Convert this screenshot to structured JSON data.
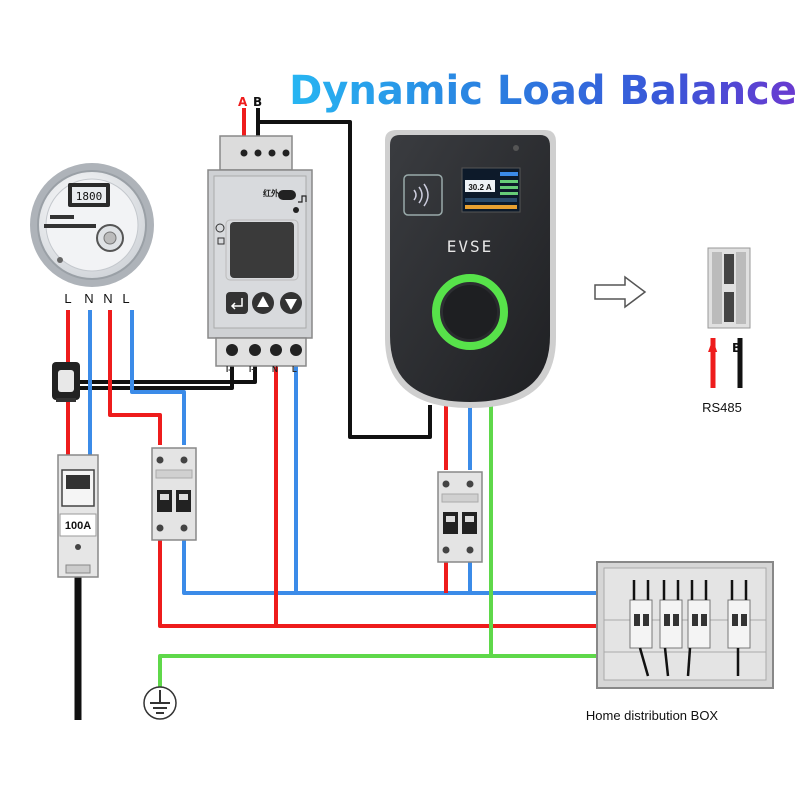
{
  "title": "Dynamic Load Balance",
  "colors": {
    "title_gradient": [
      "#27b6f2",
      "#2a7fe0",
      "#3a55d8",
      "#6a3ad0"
    ],
    "live": "#ee1c1c",
    "neutral": "#3b8be8",
    "earth": "#5fd84a",
    "signal": "#111111",
    "evse_body": "#2b2d30",
    "evse_ring": "#57e24a"
  },
  "meter_top": {
    "label_a": "A",
    "label_b": "B",
    "menu_label": "红外"
  },
  "meter_bottom_terminals": {
    "t1": "I-",
    "t2": "I+",
    "t3": "N",
    "t4": "L"
  },
  "utility_meter": {
    "reading": "1800"
  },
  "supply_labels": {
    "l1": "L",
    "n1": "N",
    "n2": "N",
    "l2": "L"
  },
  "main_breaker": {
    "rating": "100A"
  },
  "evse": {
    "brand": "EVSE",
    "display_current": "30.2 A",
    "icons": {
      "card": "rfid-card-icon",
      "ring": "charging-ring-icon"
    }
  },
  "rs485": {
    "label_a": "A",
    "label_b": "B",
    "caption": "RS485"
  },
  "distribution_box": {
    "caption": "Home distribution BOX"
  },
  "icons": {
    "ground": "ground-icon",
    "arrow": "right-arrow-icon",
    "ct": "current-transformer-icon"
  }
}
